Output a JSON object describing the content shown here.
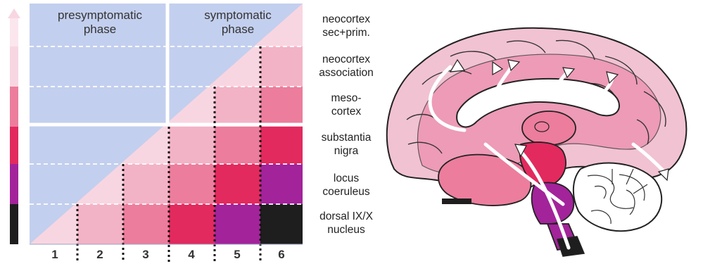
{
  "phases": {
    "presymptomatic": "presymptomatic\nphase",
    "symptomatic": "symptomatic\nphase"
  },
  "regions": [
    {
      "label": "neocortex\nsec+prim."
    },
    {
      "label": "neocortex\nassociation"
    },
    {
      "label": "meso-\ncortex"
    },
    {
      "label": "substantia\nnigra"
    },
    {
      "label": "locus\ncoeruleus"
    },
    {
      "label": "dorsal IX/X\nnucleus"
    }
  ],
  "stages": [
    "1",
    "2",
    "3",
    "4",
    "5",
    "6"
  ],
  "colors": {
    "background_blue": "#c3cfee",
    "very_light_pink": "#f8d6e1",
    "light_pink": "#f3b3c6",
    "pink": "#ec7d9d",
    "deep_pink": "#e22a5e",
    "magenta": "#a3239a",
    "black": "#1e1e1e"
  }
}
